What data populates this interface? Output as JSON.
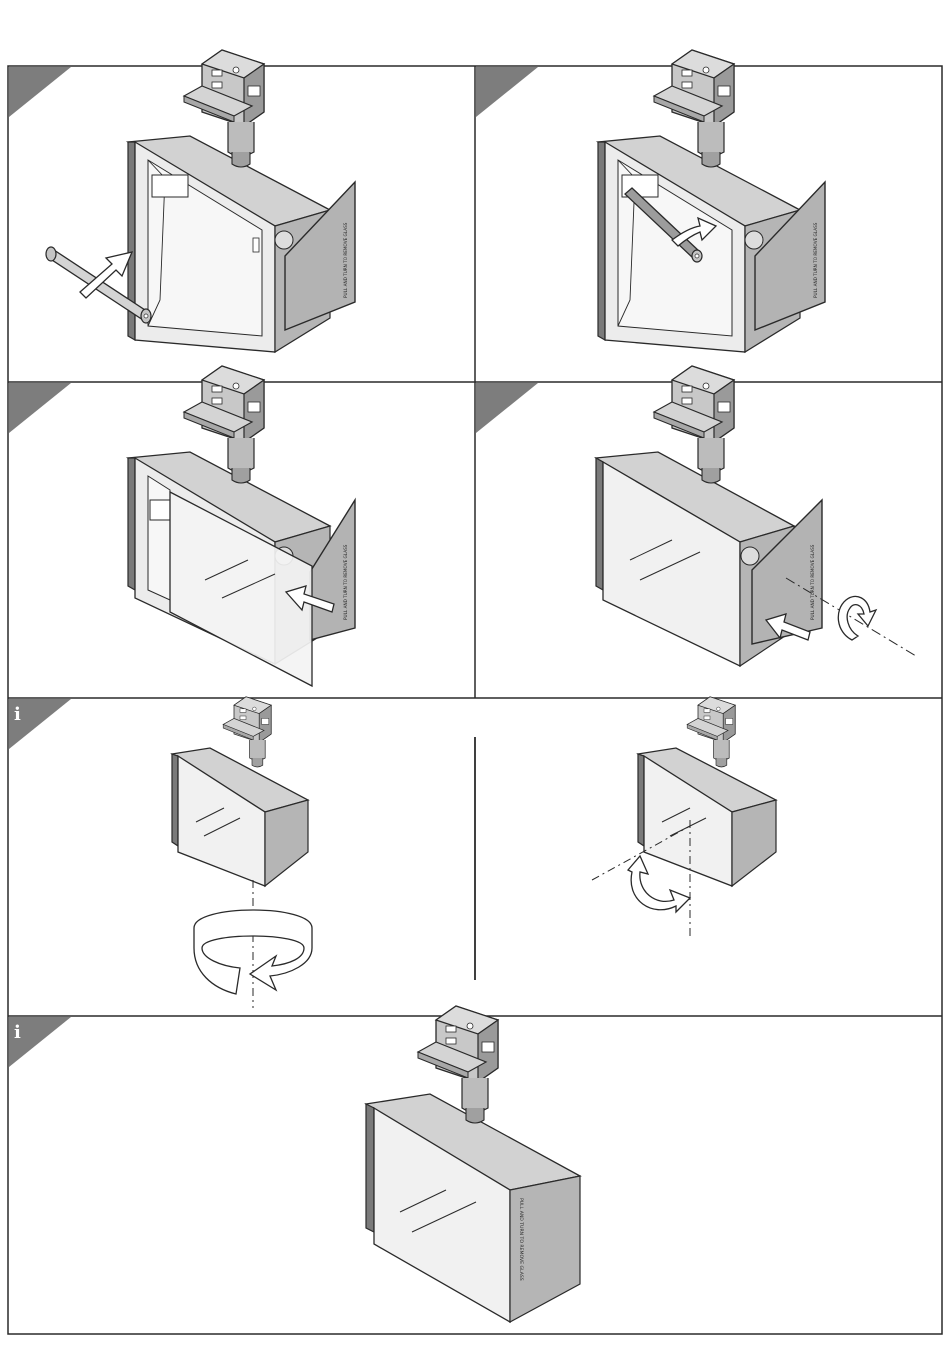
{
  "panels": {
    "p1": {
      "step": "",
      "label_text": "PULL AND TURN TO REMOVE GLASS"
    },
    "p2": {
      "step": "",
      "label_text": "PULL AND TURN TO REMOVE GLASS"
    },
    "p3": {
      "step": "",
      "label_text": "PULL AND TURN TO REMOVE GLASS"
    },
    "p4": {
      "step": "",
      "label_text": "PULL AND TURN TO REMOVE GLASS"
    },
    "p5": {
      "info_mark": "i"
    },
    "p6": {
      "info_mark": "i",
      "label_text": "PULL AND TURN TO REMOVE GLASS"
    }
  },
  "colors": {
    "line": "#2a2a2a",
    "fixture_gray": "#b8b8b8",
    "fixture_dark": "#7a7a7a",
    "interior": "#ececec",
    "corner_tab": "#7d7d7d",
    "arrow_fill": "#ffffff"
  },
  "icons": [
    "info-icon",
    "push-arrow-icon",
    "rotate-arrow-icon",
    "lamp-tube-icon",
    "track-adapter-icon",
    "floodlight-icon"
  ]
}
